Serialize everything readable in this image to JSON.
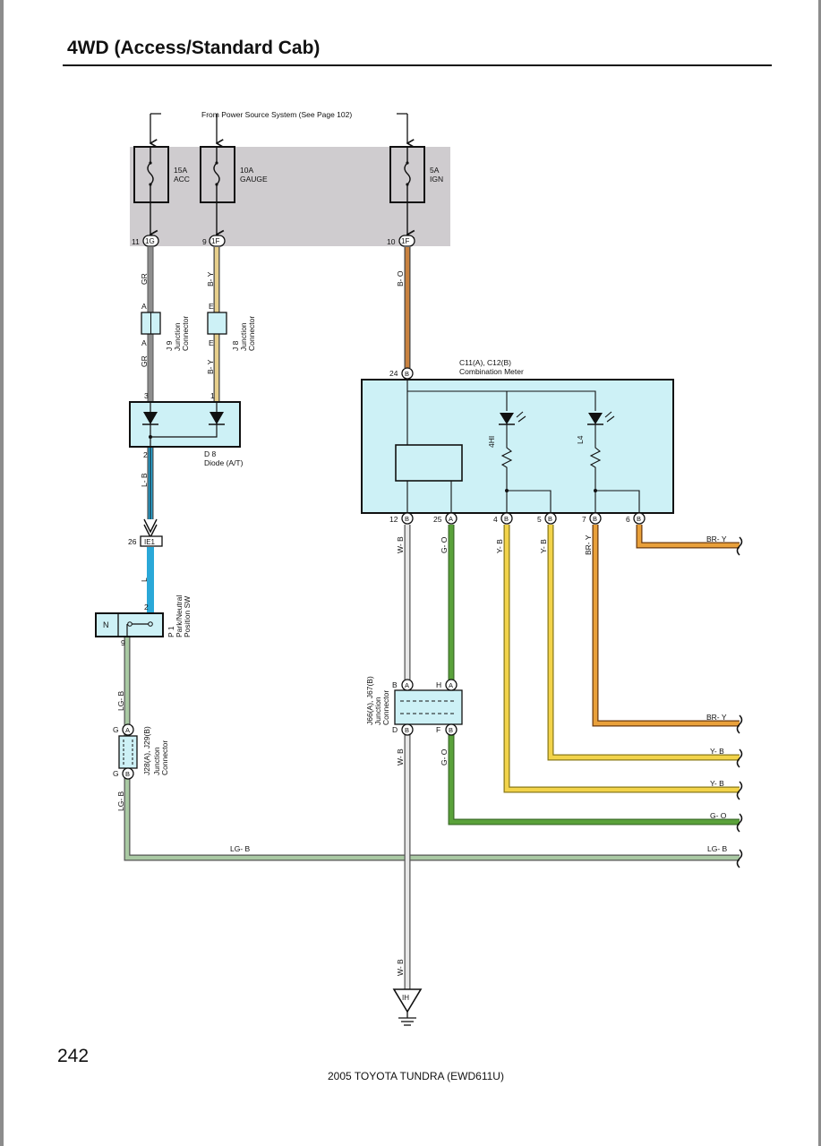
{
  "header": {
    "title": "4WD (Access/Standard Cab)"
  },
  "footer": {
    "page_number": "242",
    "doc": "2005 TOYOTA TUNDRA (EWD611U)"
  },
  "power": {
    "source_label": "From Power Source System (See Page 102)",
    "fuses": [
      {
        "amp": "15A",
        "name": "ACC",
        "pin": "11",
        "conn": "1G"
      },
      {
        "amp": "10A",
        "name": "GAUGE",
        "pin": "9",
        "conn": "1F"
      },
      {
        "amp": "5A",
        "name": "IGN",
        "pin": "10",
        "conn": "1F"
      }
    ]
  },
  "wires": {
    "gr": "GR",
    "by": "B- Y",
    "bo": "B- O",
    "lb": "L- B",
    "l": "L",
    "lgb": "LG- B",
    "wb": "W- B",
    "go": "G- O",
    "yb": "Y- B",
    "bry": "BR- Y"
  },
  "connectors": {
    "j9": {
      "name": "J 9",
      "desc1": "Junction",
      "desc2": "Connector",
      "pin": "A"
    },
    "j8": {
      "name": "J 8",
      "desc1": "Junction",
      "desc2": "Connector",
      "pin": "E"
    },
    "d8": {
      "name": "D 8",
      "desc": "Diode (A/T)",
      "pin_in1": "3",
      "pin_in2": "1",
      "pin_out": "2"
    },
    "ie1": {
      "pin": "26",
      "name": "IE1"
    },
    "p1": {
      "name": "P 1",
      "desc1": "Park/Neutral",
      "desc2": "Position SW",
      "contact": "N",
      "pin_in": "2",
      "pin_out": "9"
    },
    "j28": {
      "name": "J28(A), J29(B)",
      "desc1": "Junction",
      "desc2": "Connector",
      "pin": "G",
      "top": "A",
      "bottom": "B"
    },
    "j66": {
      "name": "J66(A), J67(B)",
      "desc1": "Junction",
      "desc2": "Connector",
      "pin_tl": "B",
      "pin_tr": "H",
      "pin_bl": "D",
      "pin_br": "F",
      "top": "A",
      "bottom": "B"
    },
    "meter": {
      "name": "C11(A), C12(B)",
      "desc": "Combination Meter",
      "pin_in": "24",
      "pin_in_conn": "B",
      "lamp1": "4HI",
      "lamp2": "L4",
      "pins": [
        {
          "n": "12",
          "c": "B"
        },
        {
          "n": "25",
          "c": "A"
        },
        {
          "n": "4",
          "c": "B"
        },
        {
          "n": "5",
          "c": "B"
        },
        {
          "n": "7",
          "c": "B"
        },
        {
          "n": "6",
          "c": "B"
        }
      ]
    },
    "ground": {
      "name": "IH"
    }
  },
  "colors": {
    "gray": "#8e8e8e",
    "tan": "#e7cf8c",
    "orange_dark": "#c8813f",
    "blue": "#2aa8d8",
    "green_light": "#a9c9a3",
    "green": "#5aa23a",
    "yellow": "#f2d34a",
    "orange": "#e9a03a",
    "white_wire": "#d8d8d8",
    "box_fill": "#cdf1f6",
    "panel": "#cfcccf"
  }
}
